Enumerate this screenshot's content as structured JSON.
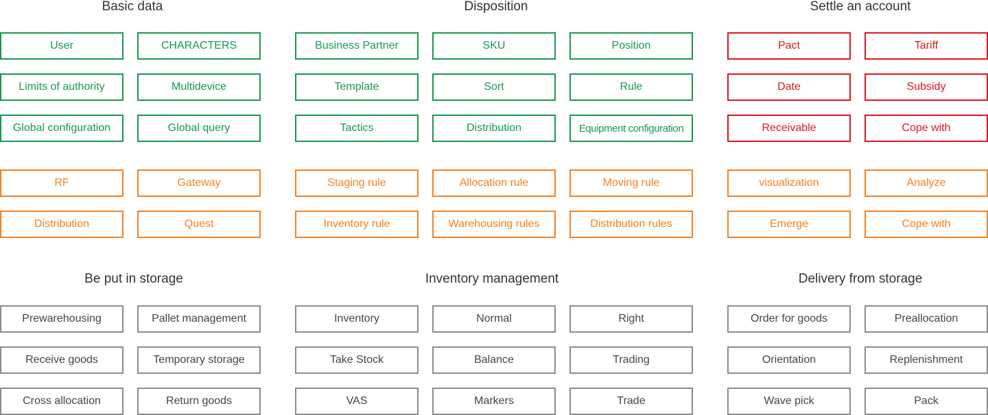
{
  "colors": {
    "green": "#17994f",
    "orange": "#f58220",
    "red": "#e0161e",
    "gray": "#8c8c8c",
    "heading": "#333333"
  },
  "sections": {
    "basic_data": {
      "title": "Basic data",
      "items": [
        "User",
        "CHARACTERS",
        "Limits of authority",
        "Multidevice",
        "Global configuration",
        "Global query",
        "RF",
        "Gateway",
        "Distribution",
        "Quest"
      ]
    },
    "disposition": {
      "title": "Disposition",
      "items": [
        "Business Partner",
        "SKU",
        "Position",
        "Template",
        "Sort",
        "Rule",
        "Tactics",
        "Distribution",
        "Equipment configuration",
        "Staging rule",
        "Allocation rule",
        "Moving rule",
        "Inventory rule",
        "Warehousing rules",
        "Distribution rules"
      ]
    },
    "settle": {
      "title": "Settle an account",
      "items": [
        "Pact",
        "Tariff",
        "Date",
        "Subsidy",
        "Receivable",
        "Cope with",
        "visualization",
        "Analyze",
        "Emerge",
        "Cope with"
      ]
    },
    "storage_in": {
      "title": "Be put in storage",
      "items": [
        "Prewarehousing",
        "Pallet management",
        "Receive goods",
        "Temporary storage",
        "Cross allocation",
        "Return goods"
      ]
    },
    "inventory": {
      "title": "Inventory management",
      "items": [
        "Inventory",
        "Normal",
        "Right",
        "Take Stock",
        "Balance",
        "Trading",
        "VAS",
        "Markers",
        "Trade"
      ]
    },
    "delivery": {
      "title": "Delivery from storage",
      "items": [
        "Order for goods",
        "Preallocation",
        "Orientation",
        "Replenishment",
        "Wave pick",
        "Pack"
      ]
    }
  }
}
